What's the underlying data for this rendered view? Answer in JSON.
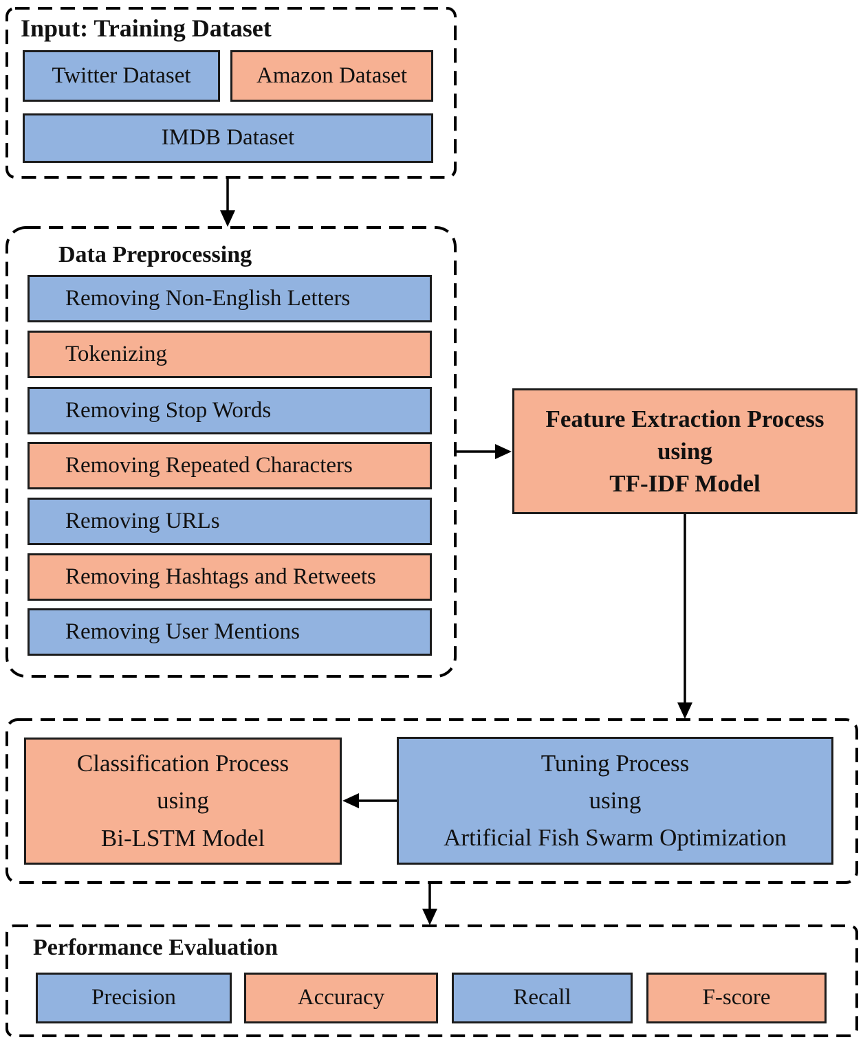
{
  "diagram": {
    "colors": {
      "blue": "#92b3e0",
      "orange": "#f7b193",
      "line": "#000000",
      "node_border": "#1c1c1c"
    },
    "input_section": {
      "title": "Input: Training Dataset",
      "items": [
        {
          "label": "Twitter Dataset",
          "color": "blue"
        },
        {
          "label": "Amazon Dataset",
          "color": "orange"
        },
        {
          "label": "IMDB Dataset",
          "color": "blue"
        }
      ]
    },
    "preprocessing_section": {
      "title": "Data Preprocessing",
      "steps": [
        {
          "label": "Removing Non-English Letters",
          "color": "blue"
        },
        {
          "label": "Tokenizing",
          "color": "orange"
        },
        {
          "label": "Removing Stop Words",
          "color": "blue"
        },
        {
          "label": "Removing Repeated Characters",
          "color": "orange"
        },
        {
          "label": "Removing URLs",
          "color": "blue"
        },
        {
          "label": "Removing Hashtags and Retweets",
          "color": "orange"
        },
        {
          "label": "Removing User Mentions",
          "color": "blue"
        }
      ]
    },
    "feature_extraction": {
      "color": "orange",
      "lines": [
        "Feature Extraction Process",
        "using",
        "TF-IDF Model"
      ]
    },
    "classification": {
      "color": "orange",
      "lines": [
        "Classification Process",
        "using",
        "Bi-LSTM Model"
      ]
    },
    "tuning": {
      "color": "blue",
      "lines": [
        "Tuning Process",
        "using",
        "Artificial Fish Swarm Optimization"
      ]
    },
    "evaluation_section": {
      "title": "Performance Evaluation",
      "metrics": [
        {
          "label": "Precision",
          "color": "blue"
        },
        {
          "label": "Accuracy",
          "color": "orange"
        },
        {
          "label": "Recall",
          "color": "blue"
        },
        {
          "label": "F-score",
          "color": "orange"
        }
      ]
    }
  }
}
